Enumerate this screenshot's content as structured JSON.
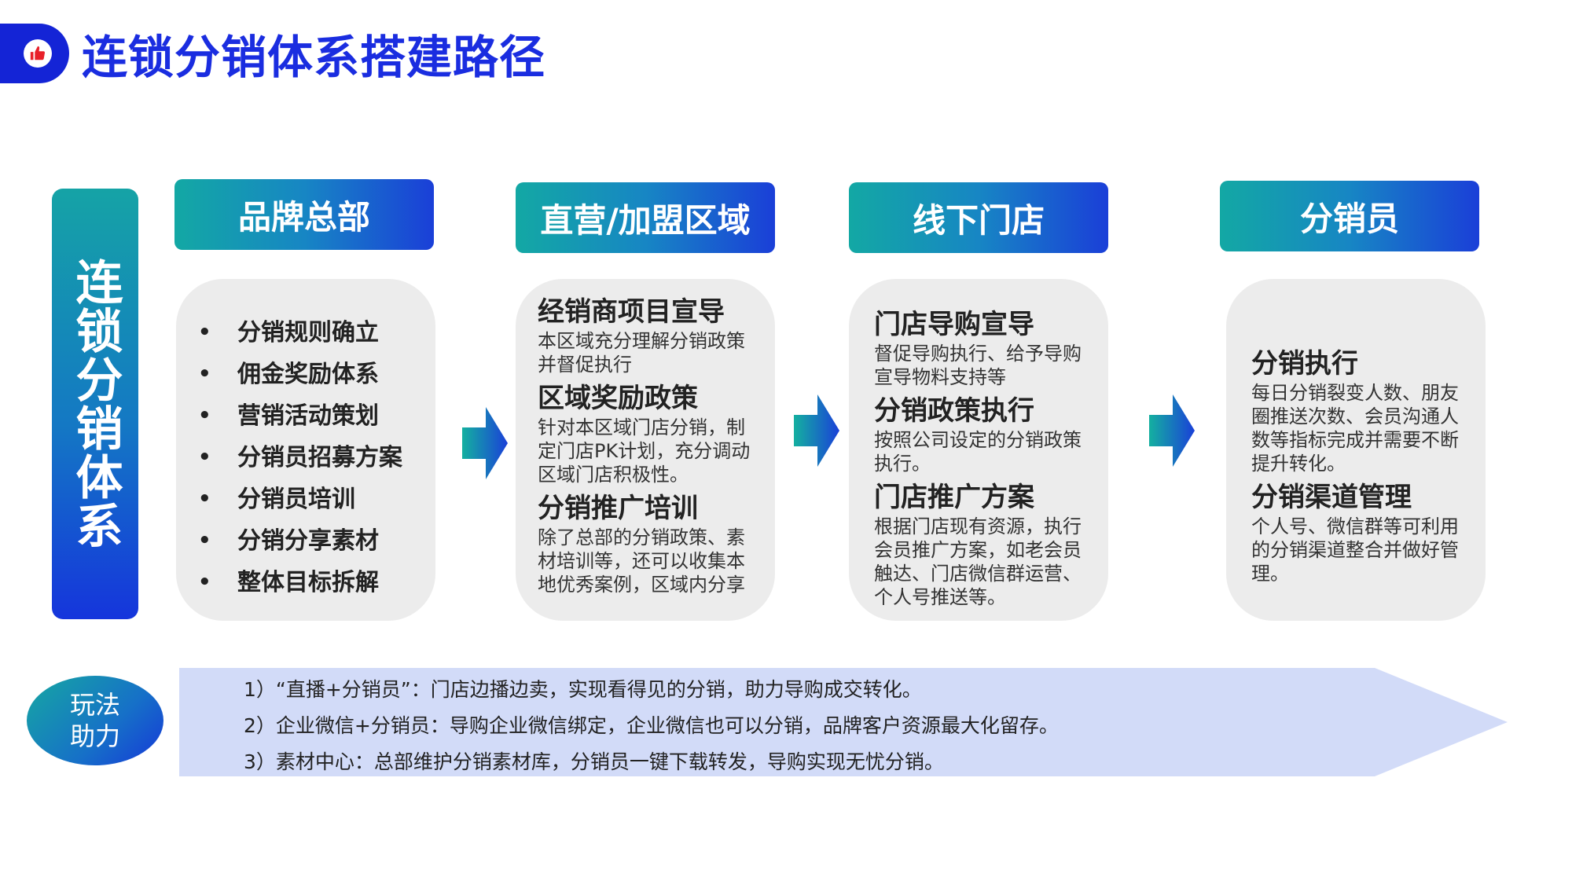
{
  "title": "连锁分销体系搭建路径",
  "side_label": "连锁分销体系",
  "columns": [
    {
      "header": "品牌总部",
      "items": [
        "分销规则确立",
        "佣金奖励体系",
        "营销活动策划",
        "分销员招募方案",
        "分销员培训",
        "分销分享素材",
        "整体目标拆解"
      ]
    },
    {
      "header": "直营/加盟区域",
      "sections": [
        {
          "heading": "经销商项目宣导",
          "body": "本区域充分理解分销政策并督促执行"
        },
        {
          "heading": "区域奖励政策",
          "body": "针对本区域门店分销，制定门店PK计划，充分调动区域门店积极性。"
        },
        {
          "heading": "分销推广培训",
          "body": "除了总部的分销政策、素材培训等，还可以收集本地优秀案例，区域内分享"
        }
      ]
    },
    {
      "header": "线下门店",
      "sections": [
        {
          "heading": "门店导购宣导",
          "body": "督促导购执行、给予导购宣导物料支持等"
        },
        {
          "heading": "分销政策执行",
          "body": "按照公司设定的分销政策执行。"
        },
        {
          "heading": "门店推广方案",
          "body": "根据门店现有资源，执行会员推广方案，如老会员触达、门店微信群运营、个人号推送等。"
        }
      ]
    },
    {
      "header": "分销员",
      "sections": [
        {
          "heading": "分销执行",
          "body": "每日分销裂变人数、朋友圈推送次数、会员沟通人数等指标完成并需要不断提升转化。"
        },
        {
          "heading": "分销渠道管理",
          "body": "个人号、微信群等可利用的分销渠道整合并做好管理。"
        }
      ]
    }
  ],
  "bottom": {
    "label_line1": "玩法",
    "label_line2": "助力",
    "tips": [
      "1）“直播+分销员”：门店边播边卖，实现看得见的分销，助力导购成交转化。",
      "2）企业微信+分销员：导购企业微信绑定，企业微信也可以分销，品牌客户资源最大化留存。",
      "3）素材中心：总部维护分销素材库，分销员一键下载转发，导购实现无忧分销。"
    ]
  },
  "colors": {
    "title_blue": "#1a2de0",
    "teal": "#13a8a4",
    "blue": "#1a3fd8",
    "card_gray": "#ececec",
    "band": "#d2dbf8"
  },
  "icons": {
    "title_badge": "thumbs-up-icon",
    "arrows": "arrow-right-icon"
  }
}
